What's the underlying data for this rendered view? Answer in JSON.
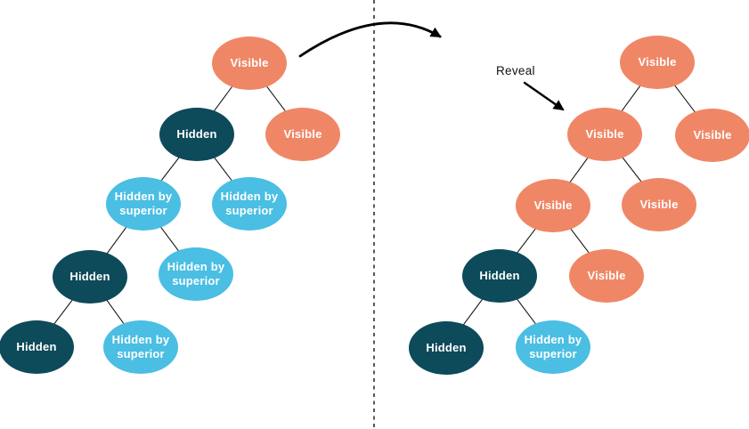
{
  "annotations": {
    "reveal_label": "Reveal"
  },
  "icons": {
    "transform_arrow": "curved-arrow-left-to-right-icon",
    "reveal_arrow": "arrow-down-right-icon"
  },
  "divider": {
    "type": "vertical-dashed-line"
  },
  "colors": {
    "visible_node": "#EF8767",
    "hidden_node": "#0D4A5A",
    "hidden_by_superior_node": "#4ABEE3",
    "edge": "#1A1A1A",
    "arrow": "#000000",
    "background": "#FFFFFF",
    "node_text": "#FFFFFF",
    "annotation_text": "#111111"
  },
  "trees": {
    "left": {
      "nodes": [
        {
          "label": "Visible",
          "state": "visible"
        },
        {
          "label": "Hidden",
          "state": "hidden"
        },
        {
          "label": "Visible",
          "state": "visible"
        },
        {
          "label": "Hidden by superior",
          "state": "hidden_by_superior"
        },
        {
          "label": "Hidden by superior",
          "state": "hidden_by_superior"
        },
        {
          "label": "Hidden",
          "state": "hidden"
        },
        {
          "label": "Hidden by superior",
          "state": "hidden_by_superior"
        },
        {
          "label": "Hidden",
          "state": "hidden"
        },
        {
          "label": "Hidden by superior",
          "state": "hidden_by_superior"
        }
      ],
      "edges": [
        [
          0,
          1
        ],
        [
          0,
          2
        ],
        [
          1,
          3
        ],
        [
          1,
          4
        ],
        [
          3,
          5
        ],
        [
          3,
          6
        ],
        [
          5,
          7
        ],
        [
          5,
          8
        ]
      ]
    },
    "right": {
      "nodes": [
        {
          "label": "Visible",
          "state": "visible"
        },
        {
          "label": "Visible",
          "state": "visible"
        },
        {
          "label": "Visible",
          "state": "visible"
        },
        {
          "label": "Visible",
          "state": "visible"
        },
        {
          "label": "Visible",
          "state": "visible"
        },
        {
          "label": "Hidden",
          "state": "hidden"
        },
        {
          "label": "Visible",
          "state": "visible"
        },
        {
          "label": "Hidden",
          "state": "hidden"
        },
        {
          "label": "Hidden by superior",
          "state": "hidden_by_superior"
        }
      ],
      "edges": [
        [
          0,
          1
        ],
        [
          0,
          2
        ],
        [
          1,
          3
        ],
        [
          1,
          4
        ],
        [
          3,
          5
        ],
        [
          3,
          6
        ],
        [
          5,
          7
        ],
        [
          5,
          8
        ]
      ]
    }
  }
}
